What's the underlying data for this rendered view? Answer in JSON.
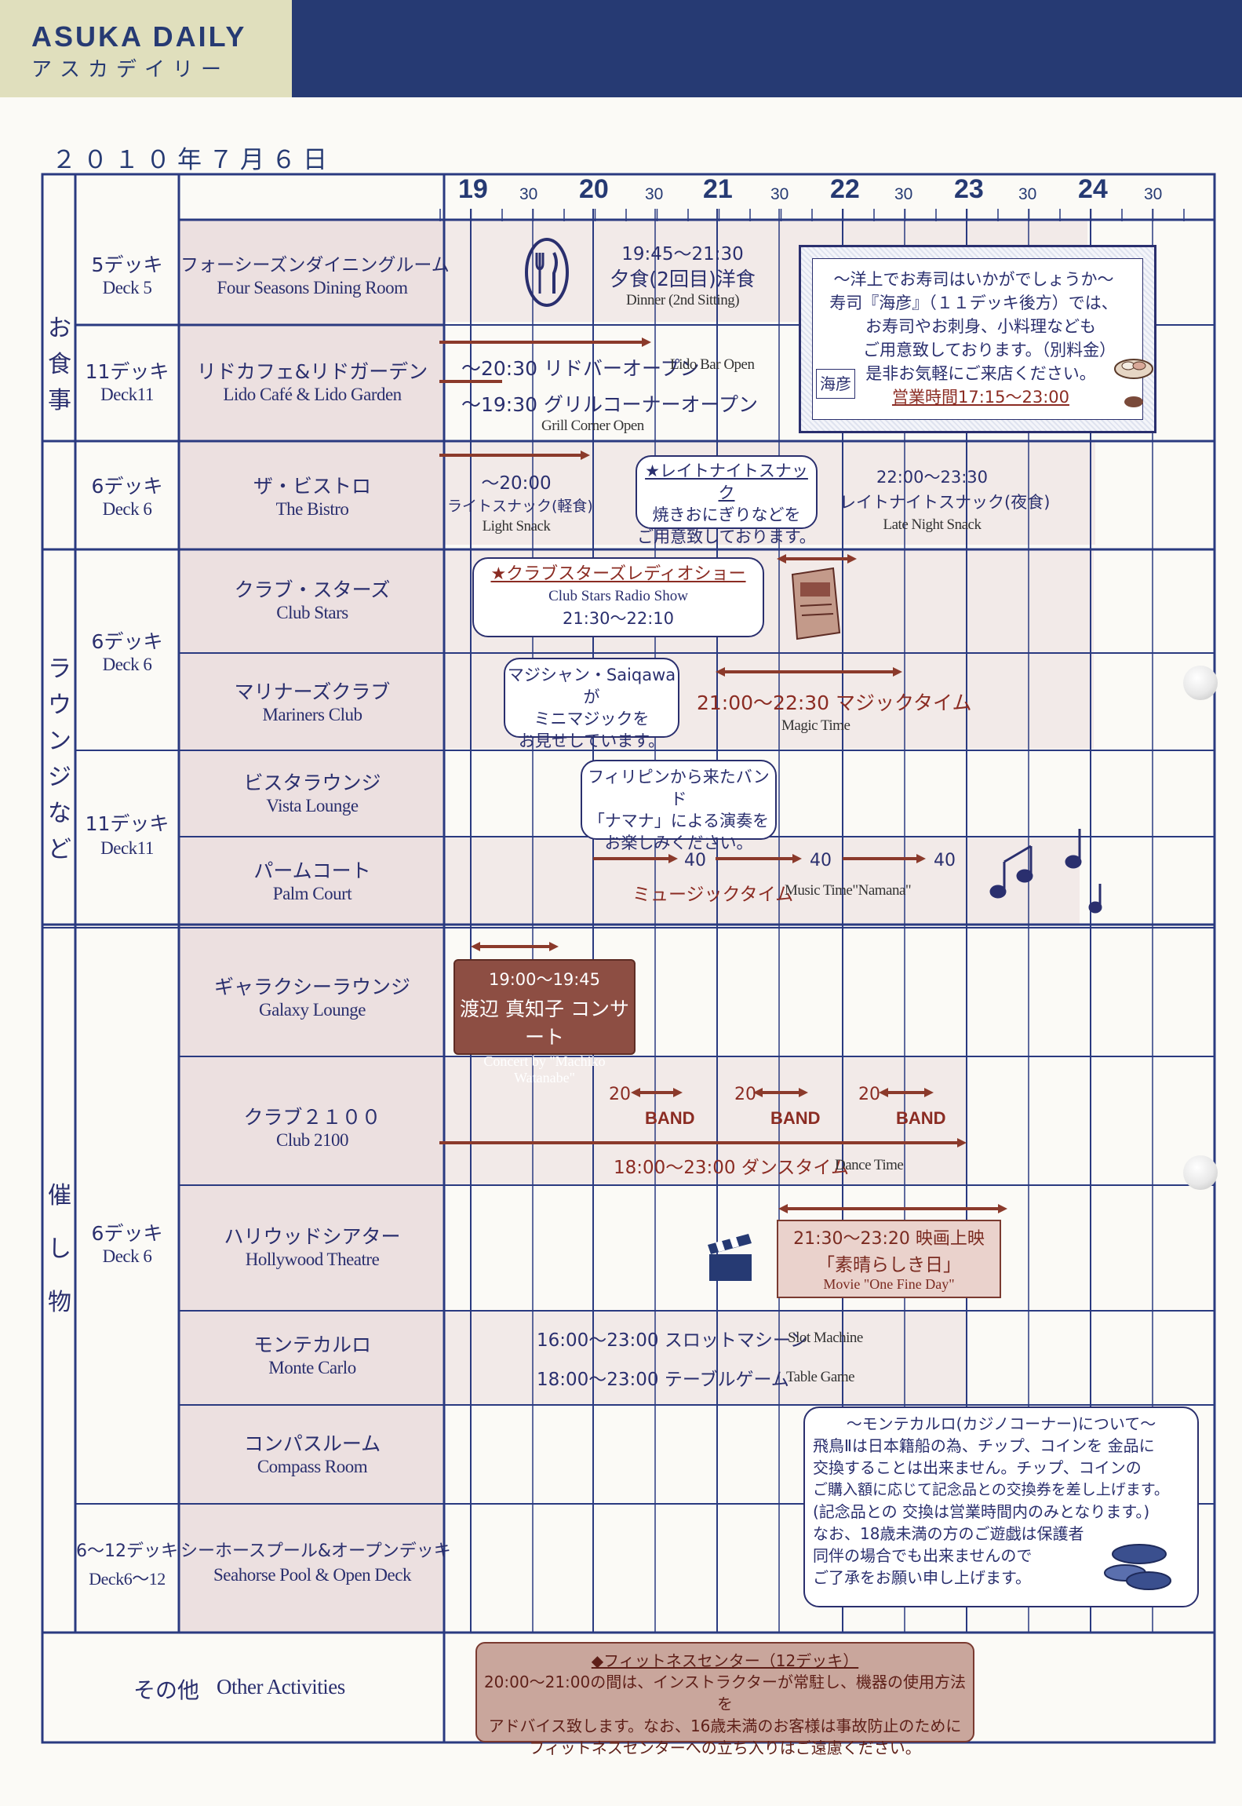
{
  "header": {
    "brand": "ASUKA DAILY",
    "brand_kana": "アスカデイリー"
  },
  "date": "２０１０年７月６日",
  "timeline": {
    "hours": [
      "19",
      "20",
      "21",
      "22",
      "23",
      "24"
    ],
    "half_label": "30"
  },
  "categories": {
    "dining": "お\n食\n事",
    "lounge": "ラ\nウ\nン\nジ\nな\nど",
    "events": "催\nし\n物",
    "other_jp": "その他",
    "other_en": "Other Activities"
  },
  "decks": {
    "d5": {
      "jp": "5デッキ",
      "en": "Deck 5"
    },
    "d11a": {
      "jp": "11デッキ",
      "en": "Deck11"
    },
    "d6a": {
      "jp": "6デッキ",
      "en": "Deck 6"
    },
    "d6b": {
      "jp": "6デッキ",
      "en": "Deck 6"
    },
    "d11b": {
      "jp": "11デッキ",
      "en": "Deck11"
    },
    "d6c": {
      "jp": "6デッキ",
      "en": "Deck 6"
    },
    "d612": {
      "jp": "6〜12デッキ",
      "en": "Deck6〜12"
    }
  },
  "venues": [
    {
      "jp": "フォーシーズンダイニングルーム",
      "en": "Four Seasons Dining Room"
    },
    {
      "jp": "リドカフェ&リドガーデン",
      "en": "Lido Café & Lido Garden"
    },
    {
      "jp": "ザ・ビストロ",
      "en": "The Bistro"
    },
    {
      "jp": "クラブ・スターズ",
      "en": "Club Stars"
    },
    {
      "jp": "マリナーズクラブ",
      "en": "Mariners Club"
    },
    {
      "jp": "ビスタラウンジ",
      "en": "Vista Lounge"
    },
    {
      "jp": "パームコート",
      "en": "Palm Court"
    },
    {
      "jp": "ギャラクシーラウンジ",
      "en": "Galaxy Lounge"
    },
    {
      "jp": "クラブ２１００",
      "en": "Club 2100"
    },
    {
      "jp": "ハリウッドシアター",
      "en": "Hollywood Theatre"
    },
    {
      "jp": "モンテカルロ",
      "en": "Monte Carlo"
    },
    {
      "jp": "コンパスルーム",
      "en": "Compass Room"
    },
    {
      "jp": "シーホースプール&オープンデッキ",
      "en": "Seahorse Pool & Open Deck"
    }
  ],
  "events": {
    "dinner_time": "19:45〜21:30",
    "dinner_jp": "夕食(2回目)洋食",
    "dinner_en": "Dinner (2nd Sitting)",
    "lido_bar": "〜20:30 リドバーオープン",
    "lido_bar_en": "Lido Bar Open",
    "grill": "〜19:30 グリルコーナーオープン",
    "grill_en": "Grill Corner Open",
    "bistro_light_time": "〜20:00",
    "bistro_light_jp": "ライトスナック(軽食)",
    "bistro_light_en": "Light Snack",
    "late_callout": [
      "★レイトナイトスナック",
      "焼きおにぎりなどを",
      "ご用意致しております。"
    ],
    "late_time": "22:00〜23:30",
    "late_jp": "レイトナイトスナック(夜食)",
    "late_en": "Late Night Snack",
    "sushi": [
      "〜洋上でお寿司はいかがでしょうか〜",
      "寿司『海彦』（１１デッキ後方）では、",
      "お寿司やお刺身、小料理なども",
      "ご用意致しております。（別料金）",
      "是非お気軽にご来店ください。",
      "営業時間17:15〜23:00"
    ],
    "sushi_logo": "海彦",
    "radio_title": "★クラブスターズレディオショー",
    "radio_en": "Club Stars Radio Show",
    "radio_time": "21:30〜22:10",
    "magic_callout": [
      "マジシャン・Saiqawaが",
      "ミニマジックを",
      "お見せしています。"
    ],
    "magic_jp": "21:00〜22:30 マジックタイム",
    "magic_en": "Magic Time",
    "band_callout": [
      "フィリピンから来たバンド",
      "「ナマナ」による演奏を",
      "お楽しみください。"
    ],
    "music_40": "40",
    "music_jp": "ミュージックタイム",
    "music_en": "Music Time\"Namana\"",
    "concert_time": "19:00〜19:45",
    "concert_jp": "渡辺 真知子 コンサート",
    "concert_en": "Concert by \"Machiko Watanabe\"",
    "band_20": "20",
    "band": "BAND",
    "dance_jp": "18:00〜23:00 ダンスタイム",
    "dance_en": "Dance Time",
    "movie_time": "21:30〜23:20 映画上映",
    "movie_jp": "「素晴らしき日」",
    "movie_en": "Movie \"One Fine Day\"",
    "slot_jp": "16:00〜23:00 スロットマシーン",
    "slot_en": "Slot Machine",
    "table_jp": "18:00〜23:00 テーブルゲーム",
    "table_en": "Table Game",
    "casino_note": [
      "〜モンテカルロ(カジノコーナー)について〜",
      "飛鳥Ⅱは日本籍船の為、チップ、コインを 金品に",
      "交換することは出来ません。チップ、コインの",
      "ご購入額に応じて記念品との交換券を差し上げます。",
      "(記念品との 交換は営業時間内のみとなります。)",
      "なお、18歳未満の方のご遊戯は保護者",
      "同伴の場合でも出来ませんので",
      "ご了承をお願い申し上げます。"
    ],
    "fitness_title": "◆フィットネスセンター（12デッキ）",
    "fitness_lines": [
      "20:00〜21:00の間は、インストラクターが常駐し、機器の使用方法を",
      "アドバイス致します。なお、16歳未満のお客様は事故防止のために",
      "フィットネスセンターへの立ち入りはご遠慮ください。"
    ]
  },
  "colors": {
    "navy": "#263a73",
    "grid": "#2a3a80",
    "shade": "#ece0e0",
    "arrow": "#8b3a2b",
    "brown": "#8d4e43"
  }
}
